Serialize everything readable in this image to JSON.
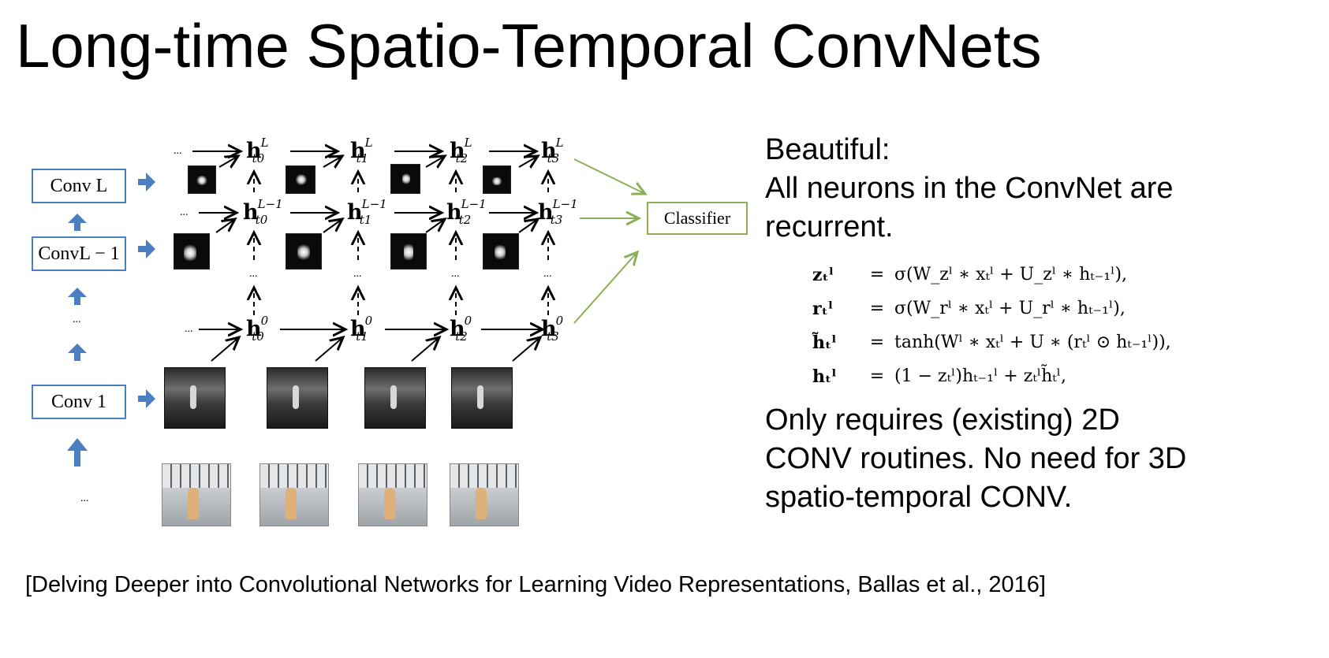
{
  "slide": {
    "title": "Long-time Spatio-Temporal ConvNets",
    "citation": "[Delving Deeper into Convolutional Networks for Learning Video Representations, Ballas et al., 2016]"
  },
  "diagram": {
    "layers": {
      "conv_l": "Conv  L",
      "conv_l_minus_1": "ConvL − 1",
      "conv_1": "Conv 1",
      "dots": "..."
    },
    "classifier": "Classifier",
    "node_base": "h",
    "top_sup": "L",
    "mid_sup": "L−1",
    "bottom_sup": "0",
    "time_subs": [
      "t0",
      "t1",
      "t2",
      "t3"
    ],
    "ellipsis": "...",
    "colors": {
      "layer_arrow": "#4a7fc1",
      "classifier_edge": "#8bb055"
    }
  },
  "text": {
    "beautiful": "Beautiful:",
    "recurrent_line1": "All neurons in the ConvNet are",
    "recurrent_line2": "recurrent.",
    "requires_line1": "Only requires (existing) 2D",
    "requires_line2": "CONV routines. No need for 3D",
    "requires_line3": "spatio-temporal CONV."
  },
  "equations": [
    {
      "lhs": "zₜˡ",
      "op": "=",
      "rhs": "σ(W_zˡ ∗ xₜˡ + U_zˡ ∗ hₜ₋₁ˡ),"
    },
    {
      "lhs": "rₜˡ",
      "op": "=",
      "rhs": "σ(W_rˡ ∗ xₜˡ + U_rˡ ∗ hₜ₋₁ˡ),"
    },
    {
      "lhs": "h̃ₜˡ",
      "op": "=",
      "rhs": "tanh(Wˡ ∗ xₜˡ + U ∗ (rₜˡ ⊙ hₜ₋₁ˡ)),"
    },
    {
      "lhs": "hₜˡ",
      "op": "=",
      "rhs": "(1 − zₜˡ)hₜ₋₁ˡ + zₜˡh̃ₜˡ,"
    }
  ]
}
